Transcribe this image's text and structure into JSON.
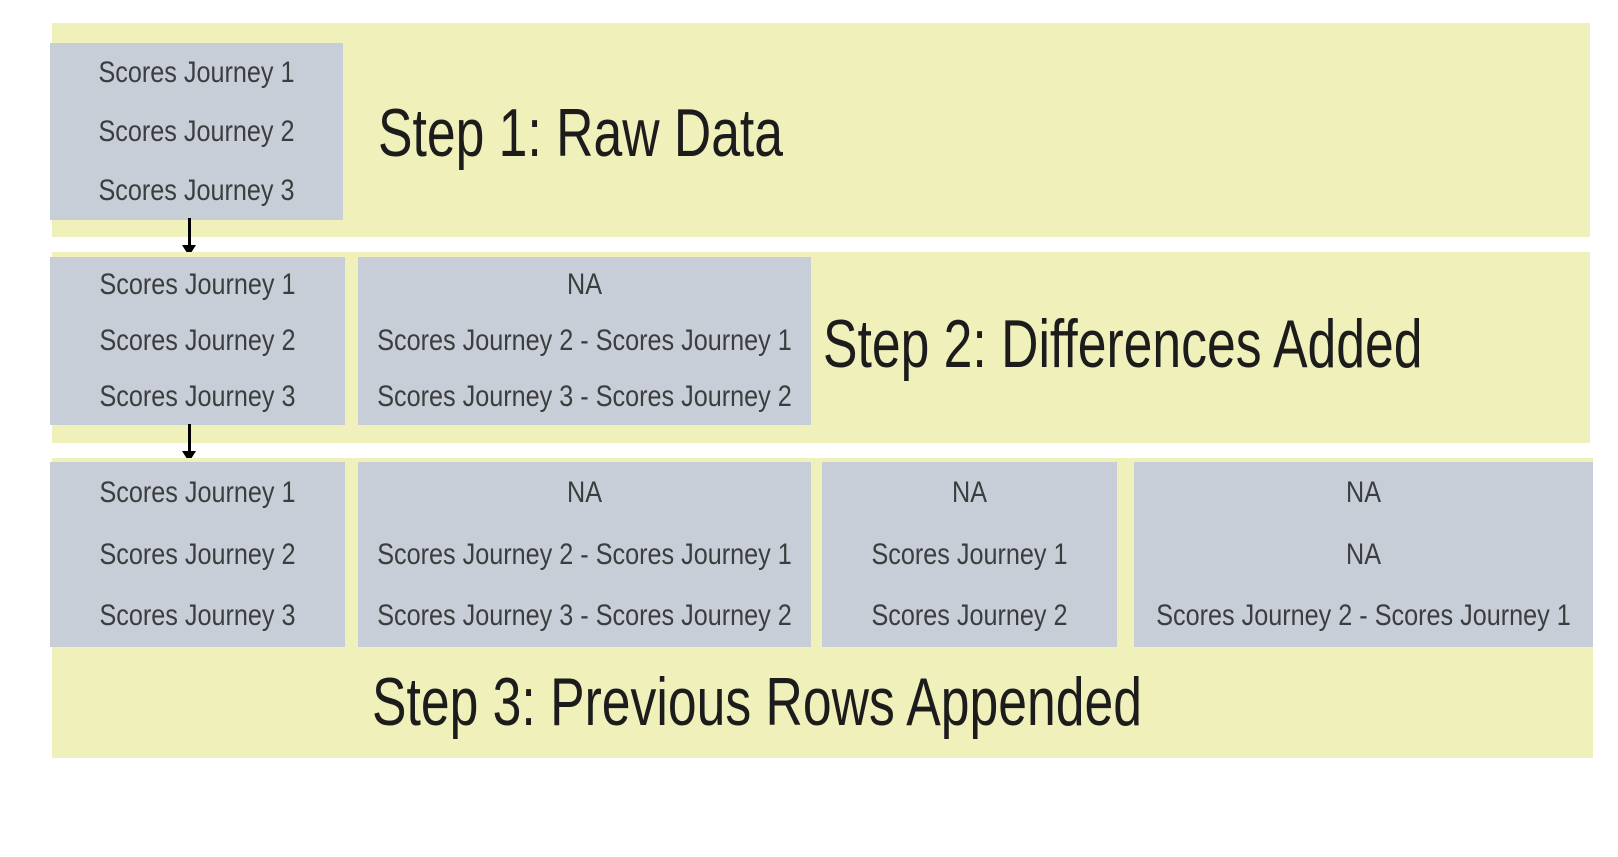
{
  "colors": {
    "background": "#ffffff",
    "band_yellow": "#EFF0BA",
    "box_gray": "#C8CED8",
    "title_text": "#1c1c1c",
    "box_text": "#3c3d3f",
    "arrow_black": "#000000"
  },
  "steps": [
    {
      "title": "Step 1: Raw Data",
      "boxes": [
        {
          "name": "raw-data",
          "rows": [
            "Scores Journey 1",
            "Scores Journey 2",
            "Scores Journey 3"
          ]
        }
      ]
    },
    {
      "title": "Step 2: Differences Added",
      "boxes": [
        {
          "name": "raw-data",
          "rows": [
            "Scores Journey 1",
            "Scores Journey 2",
            "Scores Journey 3"
          ]
        },
        {
          "name": "differences",
          "rows": [
            "NA",
            "Scores Journey 2 - Scores Journey 1",
            "Scores Journey 3 - Scores Journey 2"
          ]
        }
      ]
    },
    {
      "title": "Step 3: Previous Rows Appended",
      "boxes": [
        {
          "name": "raw-data",
          "rows": [
            "Scores Journey 1",
            "Scores Journey 2",
            "Scores Journey 3"
          ]
        },
        {
          "name": "differences",
          "rows": [
            "NA",
            "Scores Journey 2 - Scores Journey 1",
            "Scores Journey 3 - Scores Journey 2"
          ]
        },
        {
          "name": "previous-scores",
          "rows": [
            "NA",
            "Scores Journey 1",
            "Scores Journey 2"
          ]
        },
        {
          "name": "previous-differences",
          "rows": [
            "NA",
            "NA",
            "Scores Journey 2 - Scores Journey 1"
          ]
        }
      ]
    }
  ]
}
